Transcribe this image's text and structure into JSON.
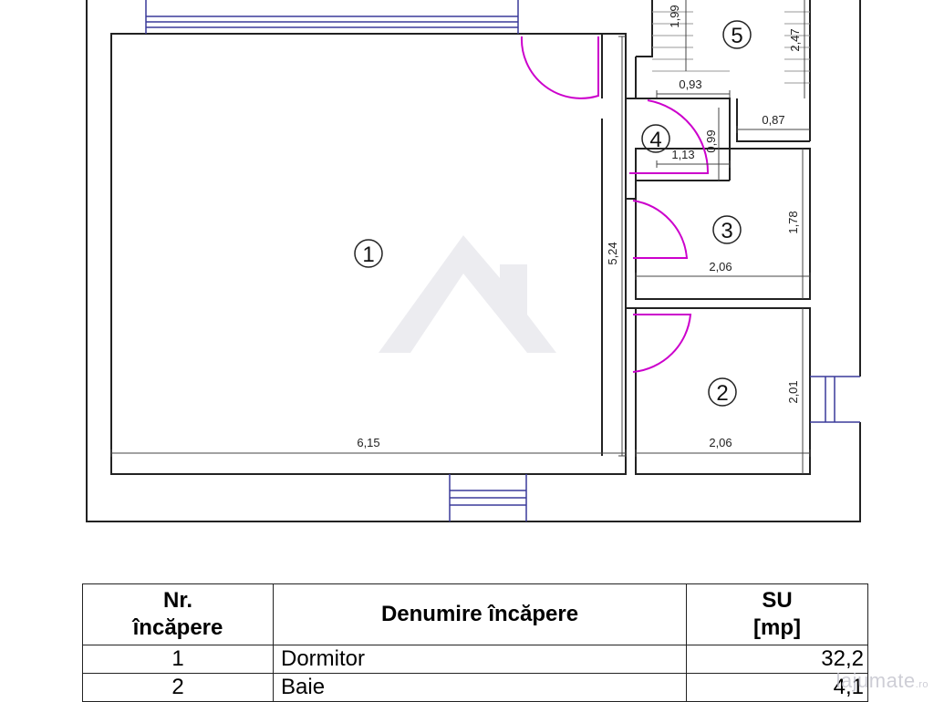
{
  "plan": {
    "rooms": [
      {
        "id": "room-1",
        "label": "1"
      },
      {
        "id": "room-2",
        "label": "2"
      },
      {
        "id": "room-3",
        "label": "3"
      },
      {
        "id": "room-4",
        "label": "4"
      },
      {
        "id": "room-5",
        "label": "5"
      }
    ],
    "dimensions": {
      "room1_width": "6,15",
      "room1_height": "5,24",
      "room2_width": "2,06",
      "room2_height": "2,01",
      "room3_width": "2,06",
      "room3_height": "1,78",
      "room4_width": "1,13",
      "room4_height": "0,99",
      "room5_width_a": "0,93",
      "room5_width_b": "0,87",
      "room5_height_a": "1,99",
      "room5_height_b": "2,47"
    },
    "colors": {
      "wall": "#222222",
      "door": "#cc00cc",
      "window": "#3a3a9a",
      "watermark": "#e6e6ea"
    }
  },
  "table": {
    "headers": {
      "nr_line1": "Nr.",
      "nr_line2": "încăpere",
      "name": "Denumire încăpere",
      "su_line1": "SU",
      "su_line2": "[mp]"
    },
    "rows": [
      {
        "nr": "1",
        "name": "Dormitor",
        "su": "32,2"
      },
      {
        "nr": "2",
        "name": "Baie",
        "su": "4,1"
      }
    ]
  },
  "watermark": {
    "text": "lajumate",
    "suffix": ".ro"
  }
}
